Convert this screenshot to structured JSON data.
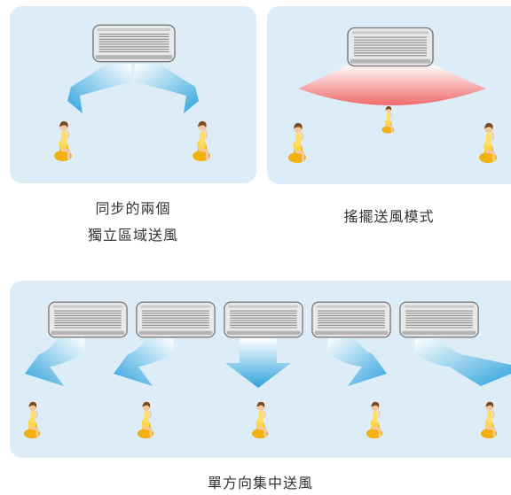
{
  "captions": {
    "dual_zone_line1": "同步的兩個",
    "dual_zone_line2": "獨立區域送風",
    "swing_mode": "搖擺送風模式",
    "single_direction": "單方向集中送風"
  },
  "colors": {
    "panel_bg": "#dcedf8",
    "airflow_cool": "#2fa3dd",
    "airflow_warm": "#f06a6a",
    "unit_body": "#ededed",
    "chair": "#f2b10f"
  },
  "icons": {
    "ac_unit": "wall-ac-unit-icon",
    "person": "seated-woman-icon"
  }
}
